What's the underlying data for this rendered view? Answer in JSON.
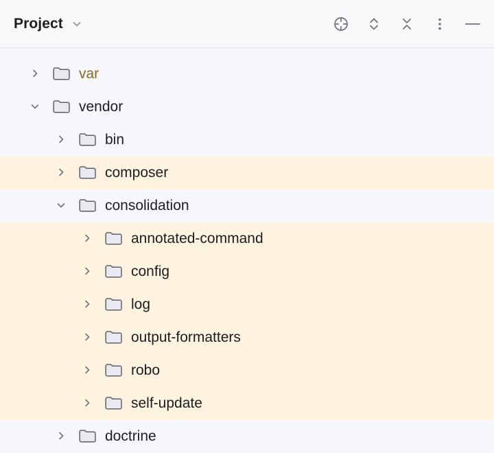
{
  "header": {
    "title": "Project",
    "title_dropdown_icon": "chevron-down-icon",
    "actions": [
      {
        "name": "select-opened-file-button",
        "icon": "crosshair-target-icon",
        "tooltip": "Select Opened File"
      },
      {
        "name": "expand-all-button",
        "icon": "expand-all-icon",
        "tooltip": "Expand All"
      },
      {
        "name": "collapse-all-button",
        "icon": "collapse-all-icon",
        "tooltip": "Collapse All"
      },
      {
        "name": "more-options-button",
        "icon": "vertical-dots-icon",
        "tooltip": "Options"
      },
      {
        "name": "hide-panel-button",
        "icon": "minimize-dash-icon",
        "tooltip": "Hide"
      }
    ]
  },
  "colors": {
    "background": "#f5f7fa",
    "header_background": "#f7f8fa",
    "header_border": "#e3e5e8",
    "row_highlight": "#fdf3de",
    "text": "#1b1d21",
    "excluded_text": "#8a6a20",
    "icon_stroke": "#6b717e",
    "folder_fill": "#e8eaf0",
    "folder_stroke": "#5a6270"
  },
  "tree": {
    "rows": [
      {
        "label": "var",
        "depth": 1,
        "state": "collapsed",
        "icon": "folder-icon",
        "highlighted": false,
        "excluded": true
      },
      {
        "label": "vendor",
        "depth": 1,
        "state": "expanded",
        "icon": "folder-icon",
        "highlighted": false,
        "excluded": false
      },
      {
        "label": "bin",
        "depth": 2,
        "state": "collapsed",
        "icon": "folder-icon",
        "highlighted": false,
        "excluded": false
      },
      {
        "label": "composer",
        "depth": 2,
        "state": "collapsed",
        "icon": "folder-icon",
        "highlighted": true,
        "excluded": false
      },
      {
        "label": "consolidation",
        "depth": 2,
        "state": "expanded",
        "icon": "folder-icon",
        "highlighted": false,
        "excluded": false
      },
      {
        "label": "annotated-command",
        "depth": 3,
        "state": "collapsed",
        "icon": "folder-icon",
        "highlighted": true,
        "excluded": false
      },
      {
        "label": "config",
        "depth": 3,
        "state": "collapsed",
        "icon": "folder-icon",
        "highlighted": true,
        "excluded": false
      },
      {
        "label": "log",
        "depth": 3,
        "state": "collapsed",
        "icon": "folder-icon",
        "highlighted": true,
        "excluded": false
      },
      {
        "label": "output-formatters",
        "depth": 3,
        "state": "collapsed",
        "icon": "folder-icon",
        "highlighted": true,
        "excluded": false
      },
      {
        "label": "robo",
        "depth": 3,
        "state": "collapsed",
        "icon": "folder-icon",
        "highlighted": true,
        "excluded": false
      },
      {
        "label": "self-update",
        "depth": 3,
        "state": "collapsed",
        "icon": "folder-icon",
        "highlighted": true,
        "excluded": false
      },
      {
        "label": "doctrine",
        "depth": 2,
        "state": "collapsed",
        "icon": "folder-icon",
        "highlighted": false,
        "excluded": false
      }
    ]
  }
}
